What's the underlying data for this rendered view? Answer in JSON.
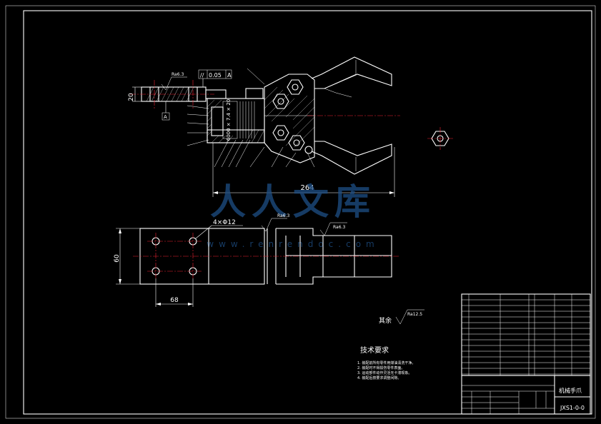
{
  "colors": {
    "background": "#000000",
    "line": "#ffffff",
    "centerline": "#e22233",
    "watermark": "#1e4f86"
  },
  "dimensions": {
    "height_20": "20",
    "length_264": "264",
    "height_60": "60",
    "width_68": "68",
    "holes": "4×Φ12"
  },
  "tolerance": {
    "symbol": "//",
    "value": "0.05",
    "datum": "A"
  },
  "roughness": {
    "top_view": "Ra6.3",
    "plan_left": "Ra6.3",
    "plan_right": "Ra6.3",
    "others_label": "其余",
    "others_value": "Ra12.5"
  },
  "spring_label": "6000 × 7.4 × 20",
  "watermark": {
    "text": "人人文库",
    "url": "www.renrendoc.com"
  },
  "notes": {
    "title": "技术要求",
    "items": [
      "1. 装配前所有零件用煤油清洗干净。",
      "2. 装配时不得损伤零件表面。",
      "3. 运动部件动作灵活无卡滞现象。",
      "4. 装配后按要求调整间隙。"
    ]
  },
  "title_block": {
    "drawing_name": "机械手爪",
    "drawing_number": "JXS1-0-0"
  }
}
